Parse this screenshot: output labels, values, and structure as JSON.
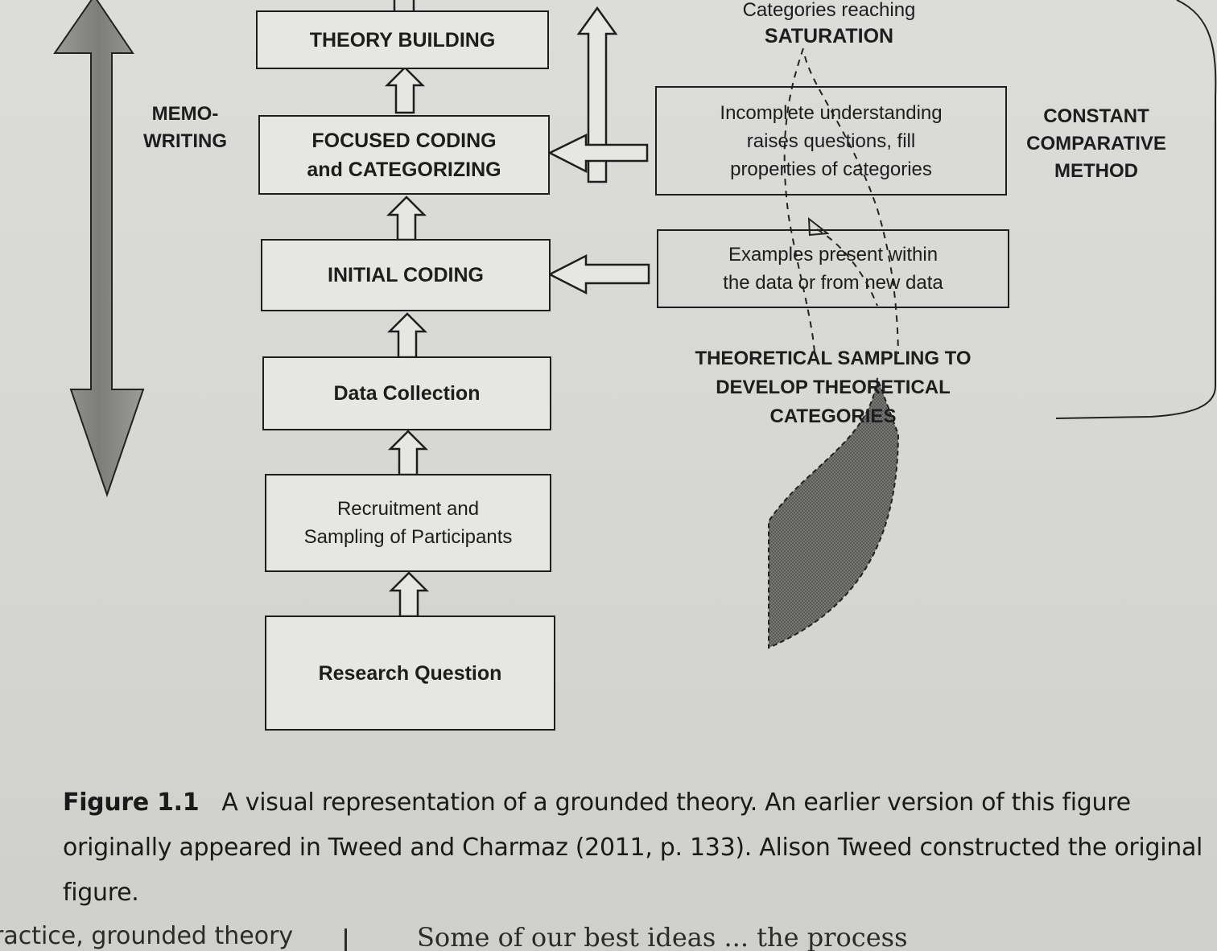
{
  "diagram": {
    "process_boxes": {
      "theory_building": "THEORY BUILDING",
      "focused_coding": [
        "FOCUSED CODING",
        "and CATEGORIZING"
      ],
      "initial_coding": "INITIAL CODING",
      "data_collection": "Data Collection",
      "recruitment": [
        "Recruitment and",
        "Sampling of Participants"
      ],
      "research_question": "Research Question"
    },
    "memo_writing": [
      "MEMO-",
      "WRITING"
    ],
    "saturation": {
      "line1": "Categories reaching",
      "line2": "SATURATION"
    },
    "incomplete_box": [
      "Incomplete understanding",
      "raises questions, fill",
      "properties of categories"
    ],
    "examples_box": [
      "Examples present within",
      "the data or from new data"
    ],
    "theoretical_sampling": [
      "THEORETICAL SAMPLING TO",
      "DEVELOP THEORETICAL",
      "CATEGORIES"
    ],
    "constant_comparative": [
      "CONSTANT",
      "COMPARATIVE",
      "METHOD"
    ]
  },
  "caption": {
    "figure_label": "Figure 1.1",
    "text": "A visual representation of a grounded theory. An earlier version of this figure originally appeared in Tweed and Charmaz (2011, p. 133). Alison Tweed constructed the original figure."
  },
  "bottom_text": {
    "left": "ractice, grounded theory",
    "right": "Some of our best ideas ... the process"
  }
}
